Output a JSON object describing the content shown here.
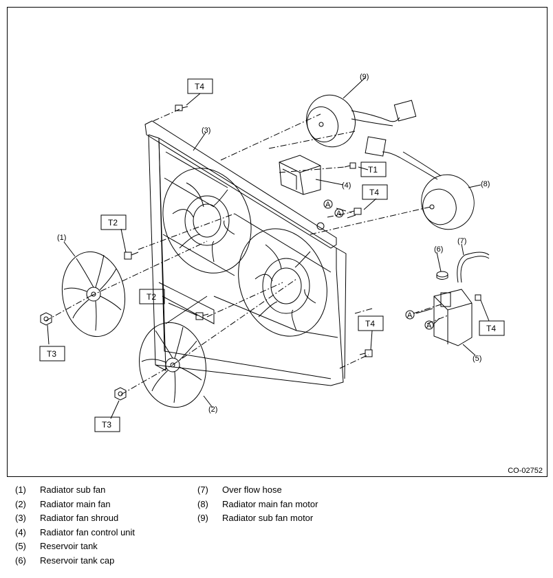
{
  "figure_id": "CO-02752",
  "callouts": [
    "(1)",
    "(2)",
    "(3)",
    "(4)",
    "(5)",
    "(6)",
    "(7)",
    "(8)",
    "(9)"
  ],
  "torque_tags": {
    "t1": "T1",
    "t2": "T2",
    "t3": "T3",
    "t4": "T4"
  },
  "ref_mark": "A",
  "legend": {
    "left": [
      {
        "num": "(1)",
        "text": "Radiator sub fan"
      },
      {
        "num": "(2)",
        "text": "Radiator main fan"
      },
      {
        "num": "(3)",
        "text": "Radiator fan shroud"
      },
      {
        "num": "(4)",
        "text": "Radiator fan control unit"
      },
      {
        "num": "(5)",
        "text": "Reservoir tank"
      },
      {
        "num": "(6)",
        "text": "Reservoir tank cap"
      }
    ],
    "right": [
      {
        "num": "(7)",
        "text": "Over flow hose"
      },
      {
        "num": "(8)",
        "text": "Radiator main fan motor"
      },
      {
        "num": "(9)",
        "text": "Radiator sub fan motor"
      }
    ]
  }
}
